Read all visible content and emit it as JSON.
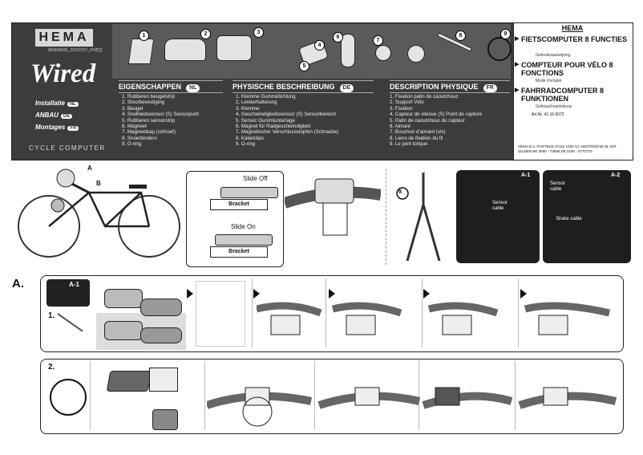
{
  "brand": {
    "name": "HEMA",
    "code": "MD599630_20110707_FF修正",
    "product": "Wired",
    "install_nl": "Installatie",
    "install_de": "ANBAU",
    "install_fr": "Montages",
    "badge_nl": "NL",
    "badge_de": "DE",
    "badge_fr": "FR",
    "footer": "CYCLE COMPUTER"
  },
  "parts": [
    "1",
    "2",
    "3",
    "4",
    "5",
    "6",
    "7",
    "8",
    "9"
  ],
  "columns": [
    {
      "heading": "EIGENSCHAPPEN",
      "badge": "NL",
      "items": [
        "1. Rubberen beugelstrip",
        "2. Stuurbevestiging",
        "3. Beugel",
        "4. Snelheidssensor (S) Sensorpunt",
        "5. Rubberen sensorstrip",
        "6. Magneet",
        "7. Magneetkap (schroef)",
        "8. Snoerbinders",
        "9. O-ring"
      ]
    },
    {
      "heading": "PHYSISCHE BESCHREIBUNG",
      "badge": "DE",
      "items": [
        "1. Klemme Gummidichtung",
        "2. Lenkerhalterung",
        "3. Klemme",
        "4. Geschwindigkeitssensor (S) Sensorbereich",
        "5. Sensor Gummiunterlage",
        "6. Magnet für Radgeschwindigkeit",
        "7. Magnetischer Verschlussstopfen (Schraube)",
        "8. Kabelclips",
        "9. O-ring"
      ]
    },
    {
      "heading": "DESCRIPTION PHYSIQUE",
      "badge": "FR",
      "items": [
        "1. Fixation patin de caoutchouc",
        "2. Support Vélo",
        "3. Fixation",
        "4. Capteur de vitesse (S) Point de capture",
        "5. Patin de caoutchouc du capteur",
        "6. Aimant",
        "7. Bouchon d'aimant (vis)",
        "8. Liens de fixation du fil",
        "9. Le joint torique"
      ]
    }
  ],
  "rightbox": {
    "brand": "HEMA",
    "t1": "FIETSCOMPUTER 8 FUNCTIES",
    "t1sub": "Gebruiksaanwijzing",
    "t2": "COMPTEUR POUR VÉLO 8 FONCTIONS",
    "t2sub": "Mode d'emploi",
    "t3": "FAHRRADCOMPUTER 8 FUNKTIONEN",
    "t3sub": "Gebrauchsanleitung",
    "artnr": "Art.Nr. 41.16.6072",
    "address": "HEMA B.V. POSTBUS 37110 1030 AC AMSTERDAM  NL 020 - 3114800  BE 0800 - 73595  DE 0180 - 5770770"
  },
  "illustrations": {
    "bike_a": "A",
    "bike_b": "B",
    "slide_off": "Slide Off",
    "slide_on": "Slide On",
    "bracket1": "Bracket",
    "bracket2": "Bracket",
    "a1": "A-1",
    "a2": "A-2",
    "sensor_cable1": "Sensor cable",
    "sensor_cable2": "Sensor cable",
    "brake_cable": "Brake cable",
    "num8": "8",
    "section_a": "A.",
    "a1_small": "A-1",
    "step1": "1.",
    "step2": "2."
  }
}
